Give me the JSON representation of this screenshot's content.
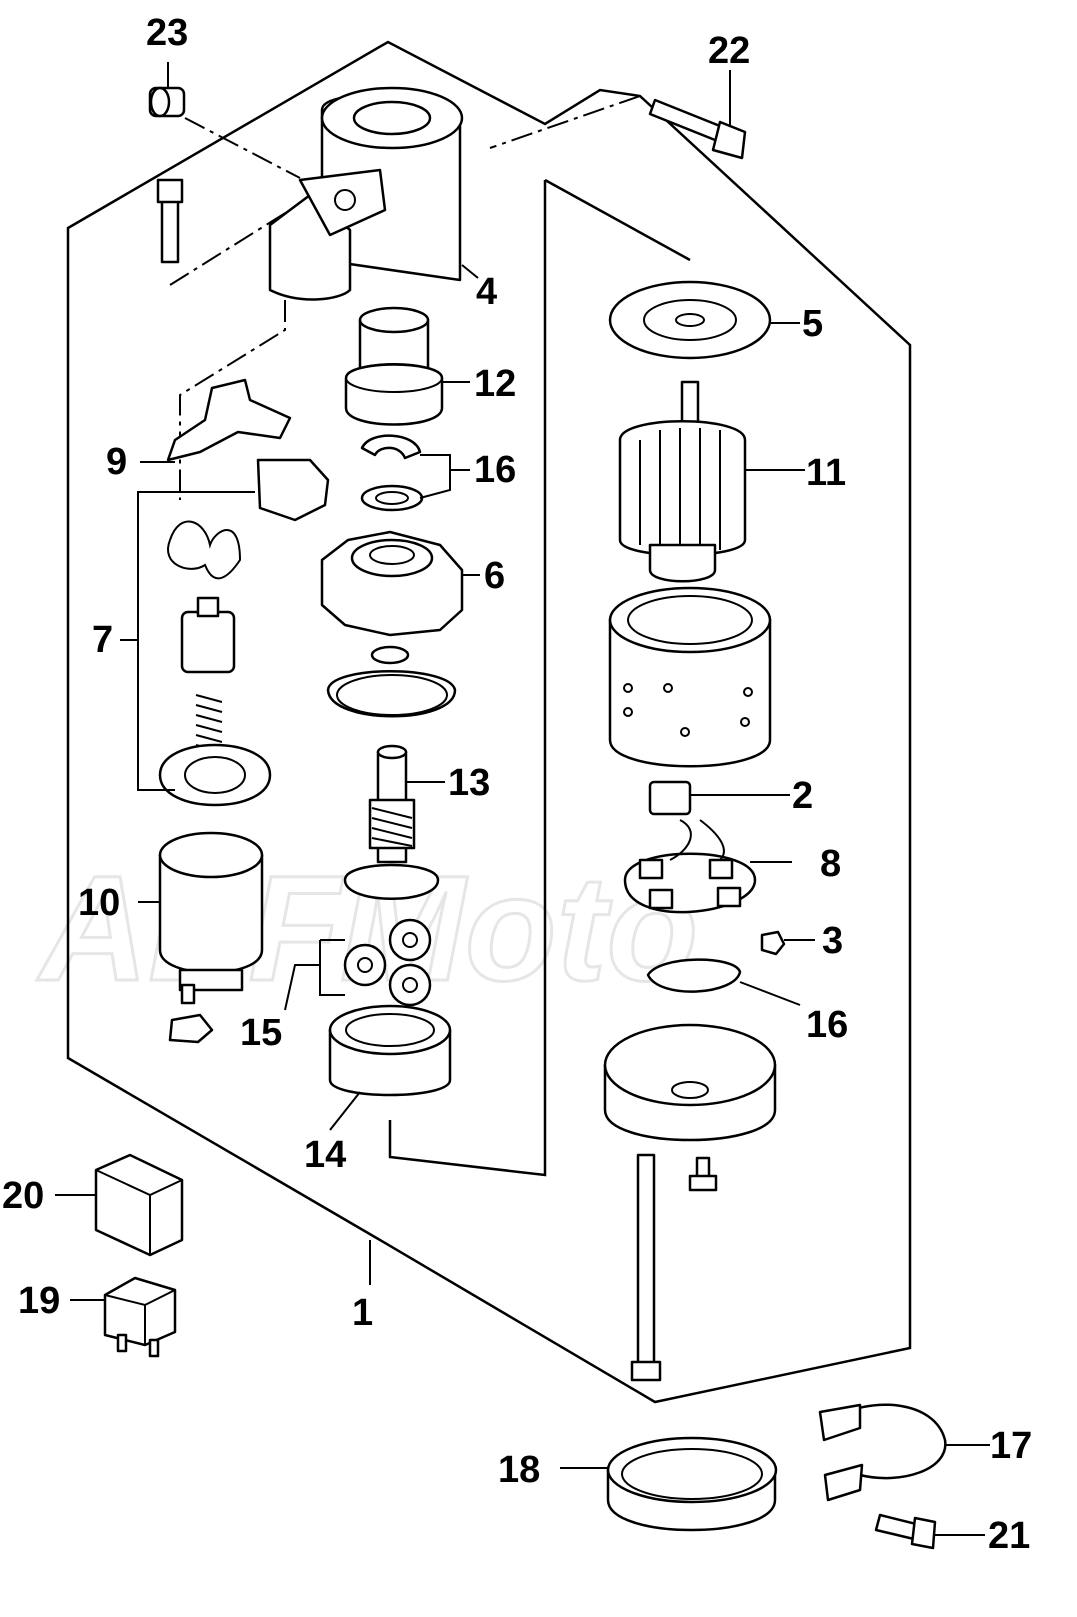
{
  "watermark": "AEFMoto",
  "callouts": [
    {
      "id": "c1",
      "label": "1"
    },
    {
      "id": "c2",
      "label": "2"
    },
    {
      "id": "c3",
      "label": "3"
    },
    {
      "id": "c4",
      "label": "4"
    },
    {
      "id": "c5",
      "label": "5"
    },
    {
      "id": "c6",
      "label": "6"
    },
    {
      "id": "c7",
      "label": "7"
    },
    {
      "id": "c8",
      "label": "8"
    },
    {
      "id": "c9",
      "label": "9"
    },
    {
      "id": "c10",
      "label": "10"
    },
    {
      "id": "c11",
      "label": "11"
    },
    {
      "id": "c12",
      "label": "12"
    },
    {
      "id": "c13",
      "label": "13"
    },
    {
      "id": "c14",
      "label": "14"
    },
    {
      "id": "c15",
      "label": "15"
    },
    {
      "id": "c16a",
      "label": "16"
    },
    {
      "id": "c16b",
      "label": "16"
    },
    {
      "id": "c17",
      "label": "17"
    },
    {
      "id": "c18",
      "label": "18"
    },
    {
      "id": "c19",
      "label": "19"
    },
    {
      "id": "c20",
      "label": "20"
    },
    {
      "id": "c21",
      "label": "21"
    },
    {
      "id": "c22",
      "label": "22"
    },
    {
      "id": "c23",
      "label": "23"
    }
  ]
}
